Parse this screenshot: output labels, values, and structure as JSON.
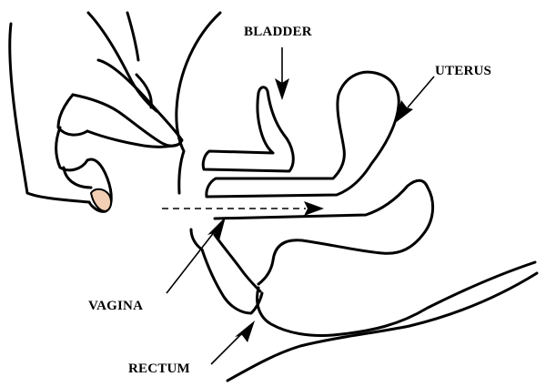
{
  "diagram": {
    "labels": {
      "bladder": "BLADDER",
      "uterus": "UTERUS",
      "vagina": "VAGINA",
      "rectum": "RECTUM"
    },
    "colors": {
      "line": "#000000",
      "fingernail": "#f2cfb4",
      "background": "#ffffff"
    }
  }
}
